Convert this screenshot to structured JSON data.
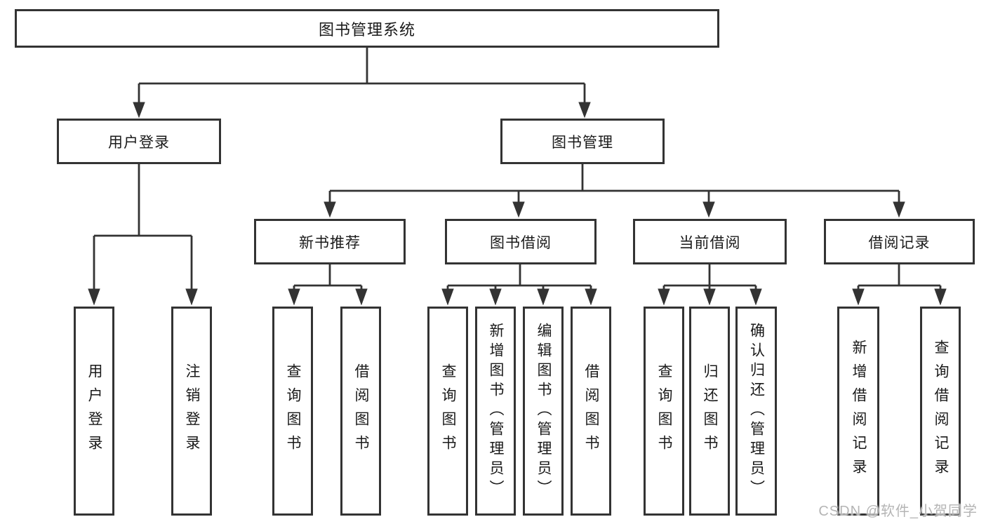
{
  "page": {
    "background": "#ffffff"
  },
  "diagram": {
    "type": "tree",
    "colors": {
      "line": "#333333",
      "box_border": "#333333",
      "box_fill": "#ffffff",
      "text": "#1a1a1a",
      "watermark": "#b5b5b5"
    },
    "tree": {
      "label": "图书管理系统",
      "children": [
        {
          "label": "用户登录",
          "children": [
            {
              "label": "用户登录"
            },
            {
              "label": "注销登录"
            }
          ]
        },
        {
          "label": "图书管理",
          "children": [
            {
              "label": "新书推荐",
              "children": [
                {
                  "label": "查询图书"
                },
                {
                  "label": "借阅图书"
                }
              ]
            },
            {
              "label": "图书借阅",
              "children": [
                {
                  "label": "查询图书"
                },
                {
                  "label": "新增图书（管理员）"
                },
                {
                  "label": "编辑图书（管理员）"
                },
                {
                  "label": "借阅图书"
                }
              ]
            },
            {
              "label": "当前借阅",
              "children": [
                {
                  "label": "查询图书"
                },
                {
                  "label": "归还图书"
                },
                {
                  "label": "确认归还（管理员）"
                }
              ]
            },
            {
              "label": "借阅记录",
              "children": [
                {
                  "label": "新增借阅记录"
                },
                {
                  "label": "查询借阅记录"
                }
              ]
            }
          ]
        }
      ]
    }
  },
  "watermark": {
    "text": "CSDN @软件_小贺同学"
  }
}
